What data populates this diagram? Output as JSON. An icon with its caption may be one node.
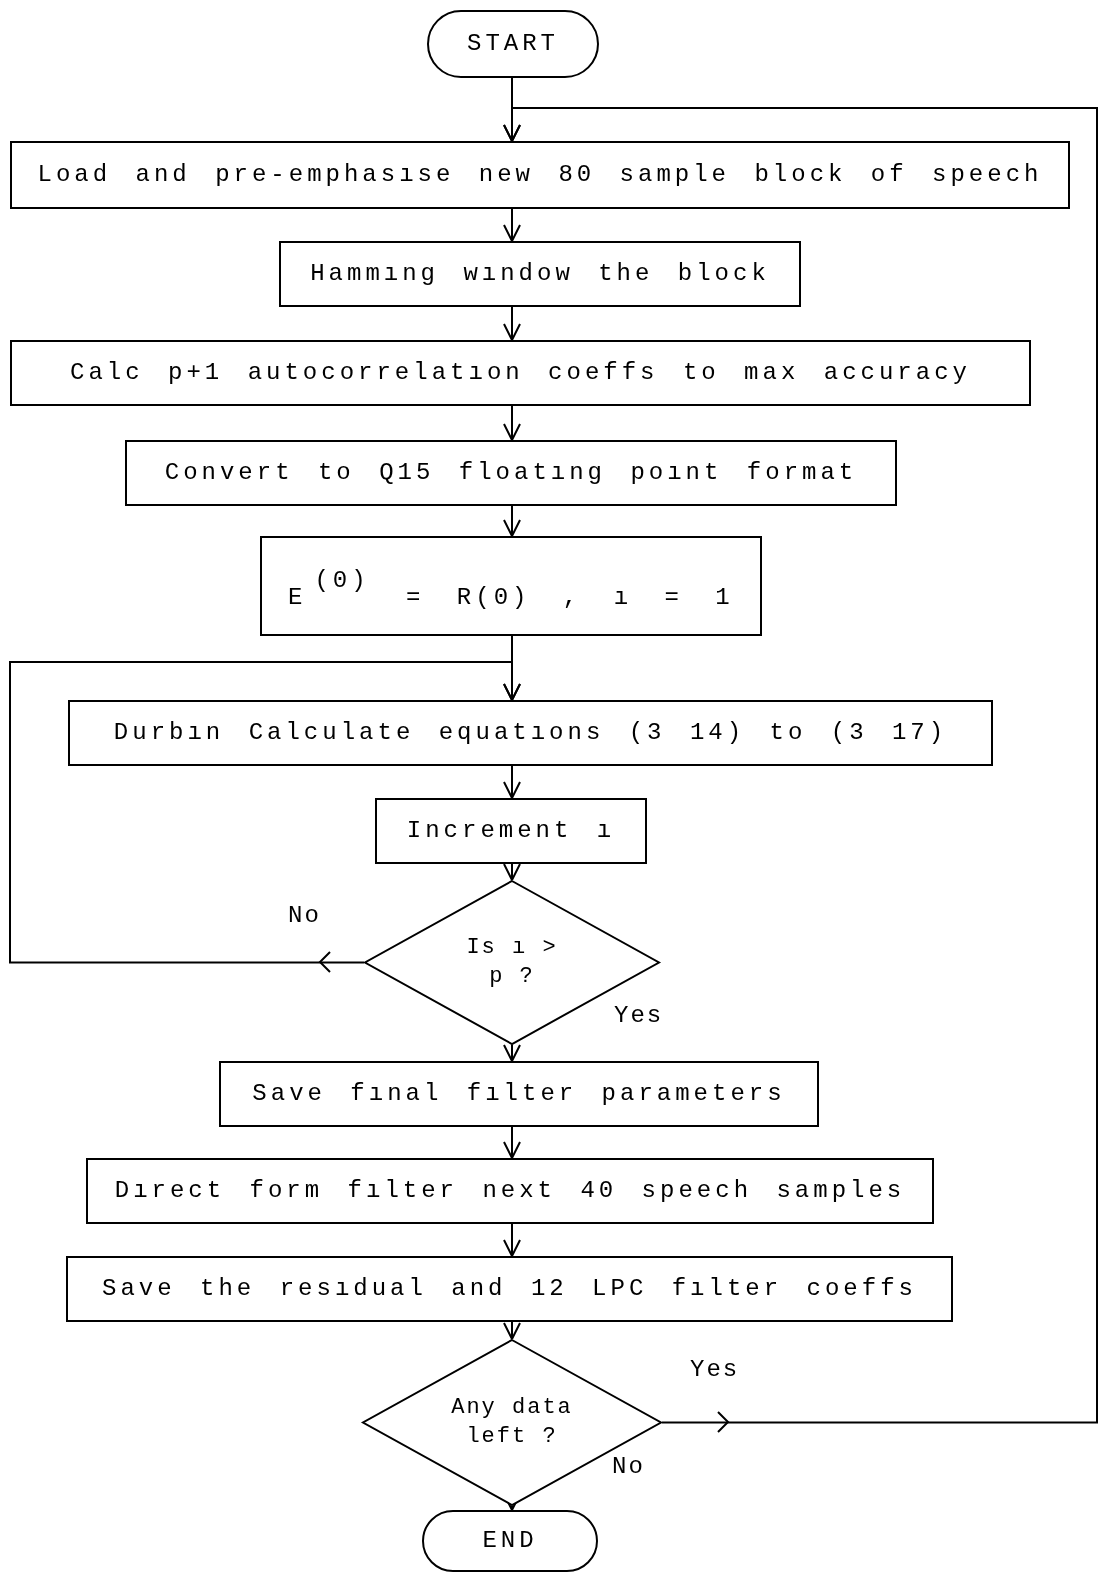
{
  "diagram": {
    "nodes": [
      {
        "text": [
          "START"
        ]
      },
      {
        "text": [
          "Load and pre-emphasıse new 80 sample block of speech"
        ]
      },
      {
        "text": [
          "Hammıng wındow the block"
        ]
      },
      {
        "text": [
          "Calc p+1 autocorrelatıon coeffs to max accuracy"
        ]
      },
      {
        "text": [
          "Convert to Q15 floatıng poınt format"
        ]
      },
      {
        "text": [
          "E$^{(0)}$ = R(0) , ı = 1"
        ]
      },
      {
        "text": [
          "Durbın Calculate equatıons (3 14) to (3 17)"
        ]
      },
      {
        "text": [
          "Increment ı"
        ]
      },
      {
        "text": [
          "Is ı > p ?"
        ]
      },
      {
        "text": [
          "Save fınal fılter parameters"
        ]
      },
      {
        "text": [
          "Dırect form fılter next 40 speech samples"
        ]
      },
      {
        "text": [
          "Save the resıdual and 12 LPC fılter coeffs"
        ]
      },
      {
        "text": [
          "Any data left ?"
        ]
      },
      {
        "text": [
          "END"
        ]
      }
    ],
    "edges": [
      {
        "from": 0,
        "to": 1,
        "arrow": "to"
      },
      {
        "from": 1,
        "to": 2,
        "arrow": "to"
      },
      {
        "from": 2,
        "to": 3,
        "arrow": "to"
      },
      {
        "from": 3,
        "to": 4,
        "arrow": "to"
      },
      {
        "from": 4,
        "to": 5,
        "arrow": "to"
      },
      {
        "from": 5,
        "to": 6,
        "arrow": "to"
      },
      {
        "from": 6,
        "to": 7,
        "arrow": "to"
      },
      {
        "from": 7,
        "to": 8,
        "arrow": "to"
      },
      {
        "from": 8,
        "to": 6,
        "arrow": "to",
        "label": "No"
      },
      {
        "from": 8,
        "to": 9,
        "arrow": "to",
        "label": "Yes"
      },
      {
        "from": 9,
        "to": 10,
        "arrow": "to"
      },
      {
        "from": 10,
        "to": 11,
        "arrow": "to"
      },
      {
        "from": 11,
        "to": 12,
        "arrow": "to"
      },
      {
        "from": 12,
        "to": 1,
        "arrow": "to",
        "label": "Yes"
      },
      {
        "from": 12,
        "to": 13,
        "arrow": "to",
        "label": "No"
      }
    ]
  }
}
